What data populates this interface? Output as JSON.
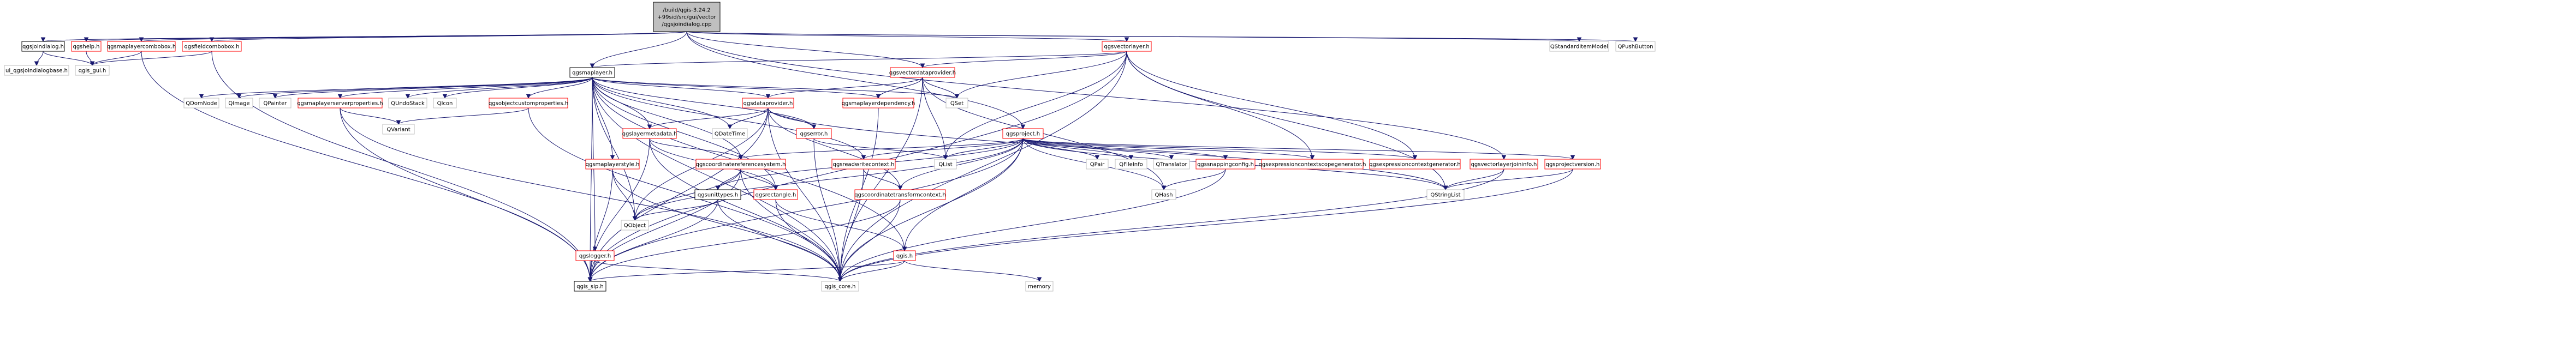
{
  "root": {
    "label_lines": [
      "/build/qgis-3.24.2",
      "+99sid/src/gui/vector",
      "/qgsjoindialog.cpp"
    ]
  },
  "nodes": [
    {
      "id": "qgsjoindialog_h",
      "label": "qgsjoindialog.h",
      "kind": "int"
    },
    {
      "id": "qgshelp_h",
      "label": "qgshelp.h",
      "kind": "red"
    },
    {
      "id": "qgsmaplayercombobox_h",
      "label": "qgsmaplayercombobox.h",
      "kind": "red"
    },
    {
      "id": "qgsfieldcombobox_h",
      "label": "qgsfieldcombobox.h",
      "kind": "red"
    },
    {
      "id": "ui_qgsjoindialogbase_h",
      "label": "ui_qgsjoindialogbase.h",
      "kind": "leaf"
    },
    {
      "id": "qgis_gui_h",
      "label": "qgis_gui.h",
      "kind": "leaf"
    },
    {
      "id": "qgsmaplayer_h",
      "label": "qgsmaplayer.h",
      "kind": "int"
    },
    {
      "id": "qgsvectorlayer_h",
      "label": "qgsvectorlayer.h",
      "kind": "red"
    },
    {
      "id": "qgsvectordataprovider_h",
      "label": "qgsvectordataprovider.h",
      "kind": "red"
    },
    {
      "id": "QStandardItemModel",
      "label": "QStandardItemModel",
      "kind": "leaf"
    },
    {
      "id": "QPushButton",
      "label": "QPushButton",
      "kind": "leaf"
    },
    {
      "id": "QDomNode",
      "label": "QDomNode",
      "kind": "leaf"
    },
    {
      "id": "QImage",
      "label": "QImage",
      "kind": "leaf"
    },
    {
      "id": "QPainter",
      "label": "QPainter",
      "kind": "leaf"
    },
    {
      "id": "qgsmaplayerserverproperties_h",
      "label": "qgsmaplayerserverproperties.h",
      "kind": "red"
    },
    {
      "id": "QUndoStack",
      "label": "QUndoStack",
      "kind": "leaf"
    },
    {
      "id": "QIcon",
      "label": "QIcon",
      "kind": "leaf"
    },
    {
      "id": "qgsobjectcustomproperties_h",
      "label": "qgsobjectcustomproperties.h",
      "kind": "red"
    },
    {
      "id": "qgsdataprovider_h",
      "label": "qgsdataprovider.h",
      "kind": "red"
    },
    {
      "id": "qgsmaplayerdependency_h",
      "label": "qgsmaplayerdependency.h",
      "kind": "red"
    },
    {
      "id": "QSet",
      "label": "QSet",
      "kind": "leaf"
    },
    {
      "id": "QVariant",
      "label": "QVariant",
      "kind": "leaf"
    },
    {
      "id": "qgslayermetadata_h",
      "label": "qgslayermetadata.h",
      "kind": "red"
    },
    {
      "id": "QDateTime",
      "label": "QDateTime",
      "kind": "leaf"
    },
    {
      "id": "qgserror_h",
      "label": "qgserror.h",
      "kind": "red"
    },
    {
      "id": "qgsproject_h",
      "label": "qgsproject.h",
      "kind": "red"
    },
    {
      "id": "QList",
      "label": "QList",
      "kind": "leaf"
    },
    {
      "id": "QPair",
      "label": "QPair",
      "kind": "leaf"
    },
    {
      "id": "QFileInfo",
      "label": "QFileInfo",
      "kind": "leaf"
    },
    {
      "id": "QTranslator",
      "label": "QTranslator",
      "kind": "leaf"
    },
    {
      "id": "qgssnappingconfig_h",
      "label": "qgssnappingconfig.h",
      "kind": "red"
    },
    {
      "id": "qgsexpressioncontextscopegenerator_h",
      "label": "qgsexpressioncontextscopegenerator.h",
      "kind": "red"
    },
    {
      "id": "qgsexpressioncontextgenerator_h",
      "label": "qgsexpressioncontextgenerator.h",
      "kind": "red"
    },
    {
      "id": "qgsvectorlayerjoininfo_h",
      "label": "qgsvectorlayerjoininfo.h",
      "kind": "red"
    },
    {
      "id": "qgsprojectversion_h",
      "label": "qgsprojectversion.h",
      "kind": "red"
    },
    {
      "id": "qgsmaplayerstyle_h",
      "label": "qgsmaplayerstyle.h",
      "kind": "red"
    },
    {
      "id": "qgscoordinatereferencesystem_h",
      "label": "qgscoordinatereferencesystem.h",
      "kind": "red"
    },
    {
      "id": "qgsreadwritecontext_h",
      "label": "qgsreadwritecontext.h",
      "kind": "red"
    },
    {
      "id": "QStringList",
      "label": "QStringList",
      "kind": "leaf"
    },
    {
      "id": "QHash",
      "label": "QHash",
      "kind": "leaf"
    },
    {
      "id": "qgsunittypes_h",
      "label": "qgsunittypes.h",
      "kind": "int"
    },
    {
      "id": "qgsrectangle_h",
      "label": "qgsrectangle.h",
      "kind": "red"
    },
    {
      "id": "qgscoordinatetransformcontext_h",
      "label": "qgscoordinatetransformcontext.h",
      "kind": "red"
    },
    {
      "id": "QObject",
      "label": "QObject",
      "kind": "leaf"
    },
    {
      "id": "qgslogger_h",
      "label": "qgslogger.h",
      "kind": "red"
    },
    {
      "id": "qgis_h",
      "label": "qgis.h",
      "kind": "red"
    },
    {
      "id": "qgis_sip_h",
      "label": "qgis_sip.h",
      "kind": "int"
    },
    {
      "id": "qgis_core_h",
      "label": "qgis_core.h",
      "kind": "leaf"
    },
    {
      "id": "memory",
      "label": "memory",
      "kind": "leaf"
    }
  ],
  "edges": [
    [
      "root",
      "qgsjoindialog_h"
    ],
    [
      "root",
      "qgshelp_h"
    ],
    [
      "root",
      "qgsmaplayercombobox_h"
    ],
    [
      "root",
      "qgsfieldcombobox_h"
    ],
    [
      "root",
      "qgsmaplayer_h"
    ],
    [
      "root",
      "qgsvectordataprovider_h"
    ],
    [
      "root",
      "qgsvectorlayer_h"
    ],
    [
      "root",
      "qgsproject_h"
    ],
    [
      "root",
      "qgsvectorlayerjoininfo_h"
    ],
    [
      "root",
      "QStandardItemModel"
    ],
    [
      "root",
      "QPushButton"
    ],
    [
      "qgsjoindialog_h",
      "ui_qgsjoindialogbase_h"
    ],
    [
      "qgsjoindialog_h",
      "qgis_gui_h"
    ],
    [
      "qgshelp_h",
      "qgis_gui_h"
    ],
    [
      "qgsmaplayercombobox_h",
      "qgis_gui_h"
    ],
    [
      "qgsmaplayercombobox_h",
      "qgis_sip_h"
    ],
    [
      "qgsfieldcombobox_h",
      "qgis_gui_h"
    ],
    [
      "qgsfieldcombobox_h",
      "qgis_sip_h"
    ],
    [
      "qgsvectorlayer_h",
      "qgsmaplayer_h"
    ],
    [
      "qgsvectorlayer_h",
      "qgsvectordataprovider_h"
    ],
    [
      "qgsvectorlayer_h",
      "QSet"
    ],
    [
      "qgsvectorlayer_h",
      "QList"
    ],
    [
      "qgsvectorlayer_h",
      "QStringList"
    ],
    [
      "qgsvectorlayer_h",
      "qgsexpressioncontextscopegenerator_h"
    ],
    [
      "qgsvectorlayer_h",
      "qgsexpressioncontextgenerator_h"
    ],
    [
      "qgsvectorlayer_h",
      "qgis_core_h"
    ],
    [
      "qgsvectorlayer_h",
      "qgis_sip_h"
    ],
    [
      "qgsvectordataprovider_h",
      "qgsdataprovider_h"
    ],
    [
      "qgsvectordataprovider_h",
      "QSet"
    ],
    [
      "qgsvectordataprovider_h",
      "QList"
    ],
    [
      "qgsvectordataprovider_h",
      "QHash"
    ],
    [
      "qgsvectordataprovider_h",
      "qgsmaplayerdependency_h"
    ],
    [
      "qgsvectordataprovider_h",
      "qgis_core_h"
    ],
    [
      "qgsmaplayer_h",
      "QDomNode"
    ],
    [
      "qgsmaplayer_h",
      "QImage"
    ],
    [
      "qgsmaplayer_h",
      "QPainter"
    ],
    [
      "qgsmaplayer_h",
      "qgsmaplayerserverproperties_h"
    ],
    [
      "qgsmaplayer_h",
      "QUndoStack"
    ],
    [
      "qgsmaplayer_h",
      "QIcon"
    ],
    [
      "qgsmaplayer_h",
      "qgsobjectcustomproperties_h"
    ],
    [
      "qgsmaplayer_h",
      "qgsdataprovider_h"
    ],
    [
      "qgsmaplayer_h",
      "qgsmaplayerdependency_h"
    ],
    [
      "qgsmaplayer_h",
      "QSet"
    ],
    [
      "qgsmaplayer_h",
      "qgslayermetadata_h"
    ],
    [
      "qgsmaplayer_h",
      "QDateTime"
    ],
    [
      "qgsmaplayer_h",
      "qgserror_h"
    ],
    [
      "qgsmaplayer_h",
      "qgsmaplayerstyle_h"
    ],
    [
      "qgsmaplayer_h",
      "qgscoordinatereferencesystem_h"
    ],
    [
      "qgsmaplayer_h",
      "qgsrectangle_h"
    ],
    [
      "qgsmaplayer_h",
      "qgsreadwritecontext_h"
    ],
    [
      "qgsmaplayer_h",
      "QObject"
    ],
    [
      "qgsmaplayer_h",
      "qgslogger_h"
    ],
    [
      "qgsmaplayer_h",
      "qgis_h"
    ],
    [
      "qgsmaplayer_h",
      "qgis_sip_h"
    ],
    [
      "qgsmaplayer_h",
      "qgis_core_h"
    ],
    [
      "qgsmaplayerserverproperties_h",
      "QVariant"
    ],
    [
      "qgsmaplayerserverproperties_h",
      "qgis_sip_h"
    ],
    [
      "qgsmaplayerserverproperties_h",
      "qgis_core_h"
    ],
    [
      "qgsobjectcustomproperties_h",
      "QVariant"
    ],
    [
      "qgsobjectcustomproperties_h",
      "qgis_core_h"
    ],
    [
      "qgsdataprovider_h",
      "QDateTime"
    ],
    [
      "qgsdataprovider_h",
      "qgserror_h"
    ],
    [
      "qgsdataprovider_h",
      "qgslayermetadata_h"
    ],
    [
      "qgsdataprovider_h",
      "qgscoordinatetransformcontext_h"
    ],
    [
      "qgsdataprovider_h",
      "QObject"
    ],
    [
      "qgsdataprovider_h",
      "qgis_core_h"
    ],
    [
      "qgsdataprovider_h",
      "QStringList"
    ],
    [
      "qgsdataprovider_h",
      "qgis_sip_h"
    ],
    [
      "qgsmaplayerdependency_h",
      "qgis_core_h"
    ],
    [
      "qgslayermetadata_h",
      "qgscoordinatereferencesystem_h"
    ],
    [
      "qgslayermetadata_h",
      "qgsrectangle_h"
    ],
    [
      "qgslayermetadata_h",
      "qgis_sip_h"
    ],
    [
      "qgslayermetadata_h",
      "qgis_core_h"
    ],
    [
      "qgserror_h",
      "QList"
    ],
    [
      "qgserror_h",
      "qgis_core_h"
    ],
    [
      "qgsproject_h",
      "QList"
    ],
    [
      "qgsproject_h",
      "QPair"
    ],
    [
      "qgsproject_h",
      "QFileInfo"
    ],
    [
      "qgsproject_h",
      "QTranslator"
    ],
    [
      "qgsproject_h",
      "qgssnappingconfig_h"
    ],
    [
      "qgsproject_h",
      "qgsexpressioncontextscopegenerator_h"
    ],
    [
      "qgsproject_h",
      "qgsexpressioncontextgenerator_h"
    ],
    [
      "qgsproject_h",
      "qgsprojectversion_h"
    ],
    [
      "qgsproject_h",
      "qgscoordinatereferencesystem_h"
    ],
    [
      "qgsproject_h",
      "qgsreadwritecontext_h"
    ],
    [
      "qgsproject_h",
      "QStringList"
    ],
    [
      "qgsproject_h",
      "QHash"
    ],
    [
      "qgsproject_h",
      "QObject"
    ],
    [
      "qgsproject_h",
      "qgis_h"
    ],
    [
      "qgsproject_h",
      "qgis_sip_h"
    ],
    [
      "qgsproject_h",
      "qgis_core_h"
    ],
    [
      "qgsproject_h",
      "qgscoordinatetransformcontext_h"
    ],
    [
      "qgsproject_h",
      "qgsunittypes_h"
    ],
    [
      "qgssnappingconfig_h",
      "QHash"
    ],
    [
      "qgssnappingconfig_h",
      "qgis_core_h"
    ],
    [
      "qgsvectorlayerjoininfo_h",
      "QStringList"
    ],
    [
      "qgsvectorlayerjoininfo_h",
      "qgis_core_h"
    ],
    [
      "qgsprojectversion_h",
      "QStringList"
    ],
    [
      "qgsprojectversion_h",
      "qgis_core_h"
    ],
    [
      "qgsmaplayerstyle_h",
      "QObject"
    ],
    [
      "qgsmaplayerstyle_h",
      "qgis_core_h"
    ],
    [
      "qgsmaplayerstyle_h",
      "qgis_sip_h"
    ],
    [
      "qgscoordinatereferencesystem_h",
      "qgsunittypes_h"
    ],
    [
      "qgscoordinatereferencesystem_h",
      "qgsrectangle_h"
    ],
    [
      "qgscoordinatereferencesystem_h",
      "QObject"
    ],
    [
      "qgscoordinatereferencesystem_h",
      "qgis_core_h"
    ],
    [
      "qgscoordinatereferencesystem_h",
      "qgis_sip_h"
    ],
    [
      "qgsreadwritecontext_h",
      "qgscoordinatetransformcontext_h"
    ],
    [
      "qgsreadwritecontext_h",
      "qgis_core_h"
    ],
    [
      "qgsunittypes_h",
      "QObject"
    ],
    [
      "qgsunittypes_h",
      "qgis_sip_h"
    ],
    [
      "qgsunittypes_h",
      "qgis_core_h"
    ],
    [
      "qgsrectangle_h",
      "qgis_h"
    ],
    [
      "qgsrectangle_h",
      "qgis_core_h"
    ],
    [
      "qgscoordinatetransformcontext_h",
      "qgis_sip_h"
    ],
    [
      "qgscoordinatetransformcontext_h",
      "qgis_core_h"
    ],
    [
      "qgslogger_h",
      "qgis_core_h"
    ],
    [
      "qgslogger_h",
      "qgis_sip_h"
    ],
    [
      "qgis_h",
      "qgis_sip_h"
    ],
    [
      "qgis_h",
      "qgis_core_h"
    ],
    [
      "qgis_h",
      "memory"
    ]
  ]
}
